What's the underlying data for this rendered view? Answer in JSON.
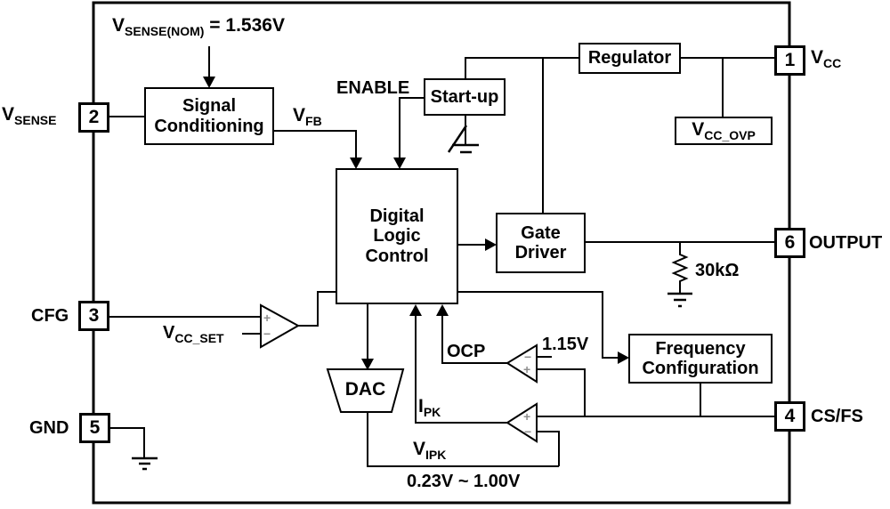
{
  "diagram": {
    "blocks": {
      "signal_conditioning": "Signal Conditioning",
      "startup": "Start-up",
      "regulator": "Regulator",
      "vcc_ovp": {
        "base": "V",
        "sub": "CC_OVP"
      },
      "digital_logic_control": "Digital Logic Control",
      "gate_driver": "Gate Driver",
      "frequency_configuration": "Frequency Configuration",
      "dac": "DAC"
    },
    "pins": {
      "p1": {
        "number": "1",
        "base": "V",
        "sub": "CC"
      },
      "p2": {
        "number": "2",
        "base": "V",
        "sub": "SENSE"
      },
      "p3": {
        "number": "3",
        "label": "CFG"
      },
      "p4": {
        "number": "4",
        "label": "CS/FS"
      },
      "p5": {
        "number": "5",
        "label": "GND"
      },
      "p6": {
        "number": "6",
        "label": "OUTPUT"
      }
    },
    "labels": {
      "vsense_nom": {
        "base": "V",
        "sub": "SENSE(NOM)",
        "suffix": " = 1.536V"
      },
      "vfb": {
        "base": "V",
        "sub": "FB"
      },
      "enable": "ENABLE",
      "vcc_set": {
        "base": "V",
        "sub": "CC_SET"
      },
      "ocp": "OCP",
      "ref_1_15v": "1.15V",
      "ipk": {
        "base": "I",
        "sub": "PK"
      },
      "vipk": {
        "base": "V",
        "sub": "IPK"
      },
      "vipk_range": "0.23V ~ 1.00V",
      "resistor_30k": "30kΩ",
      "plus": "+",
      "minus": "−"
    },
    "colors": {
      "line": "#000000",
      "background": "#ffffff"
    }
  }
}
